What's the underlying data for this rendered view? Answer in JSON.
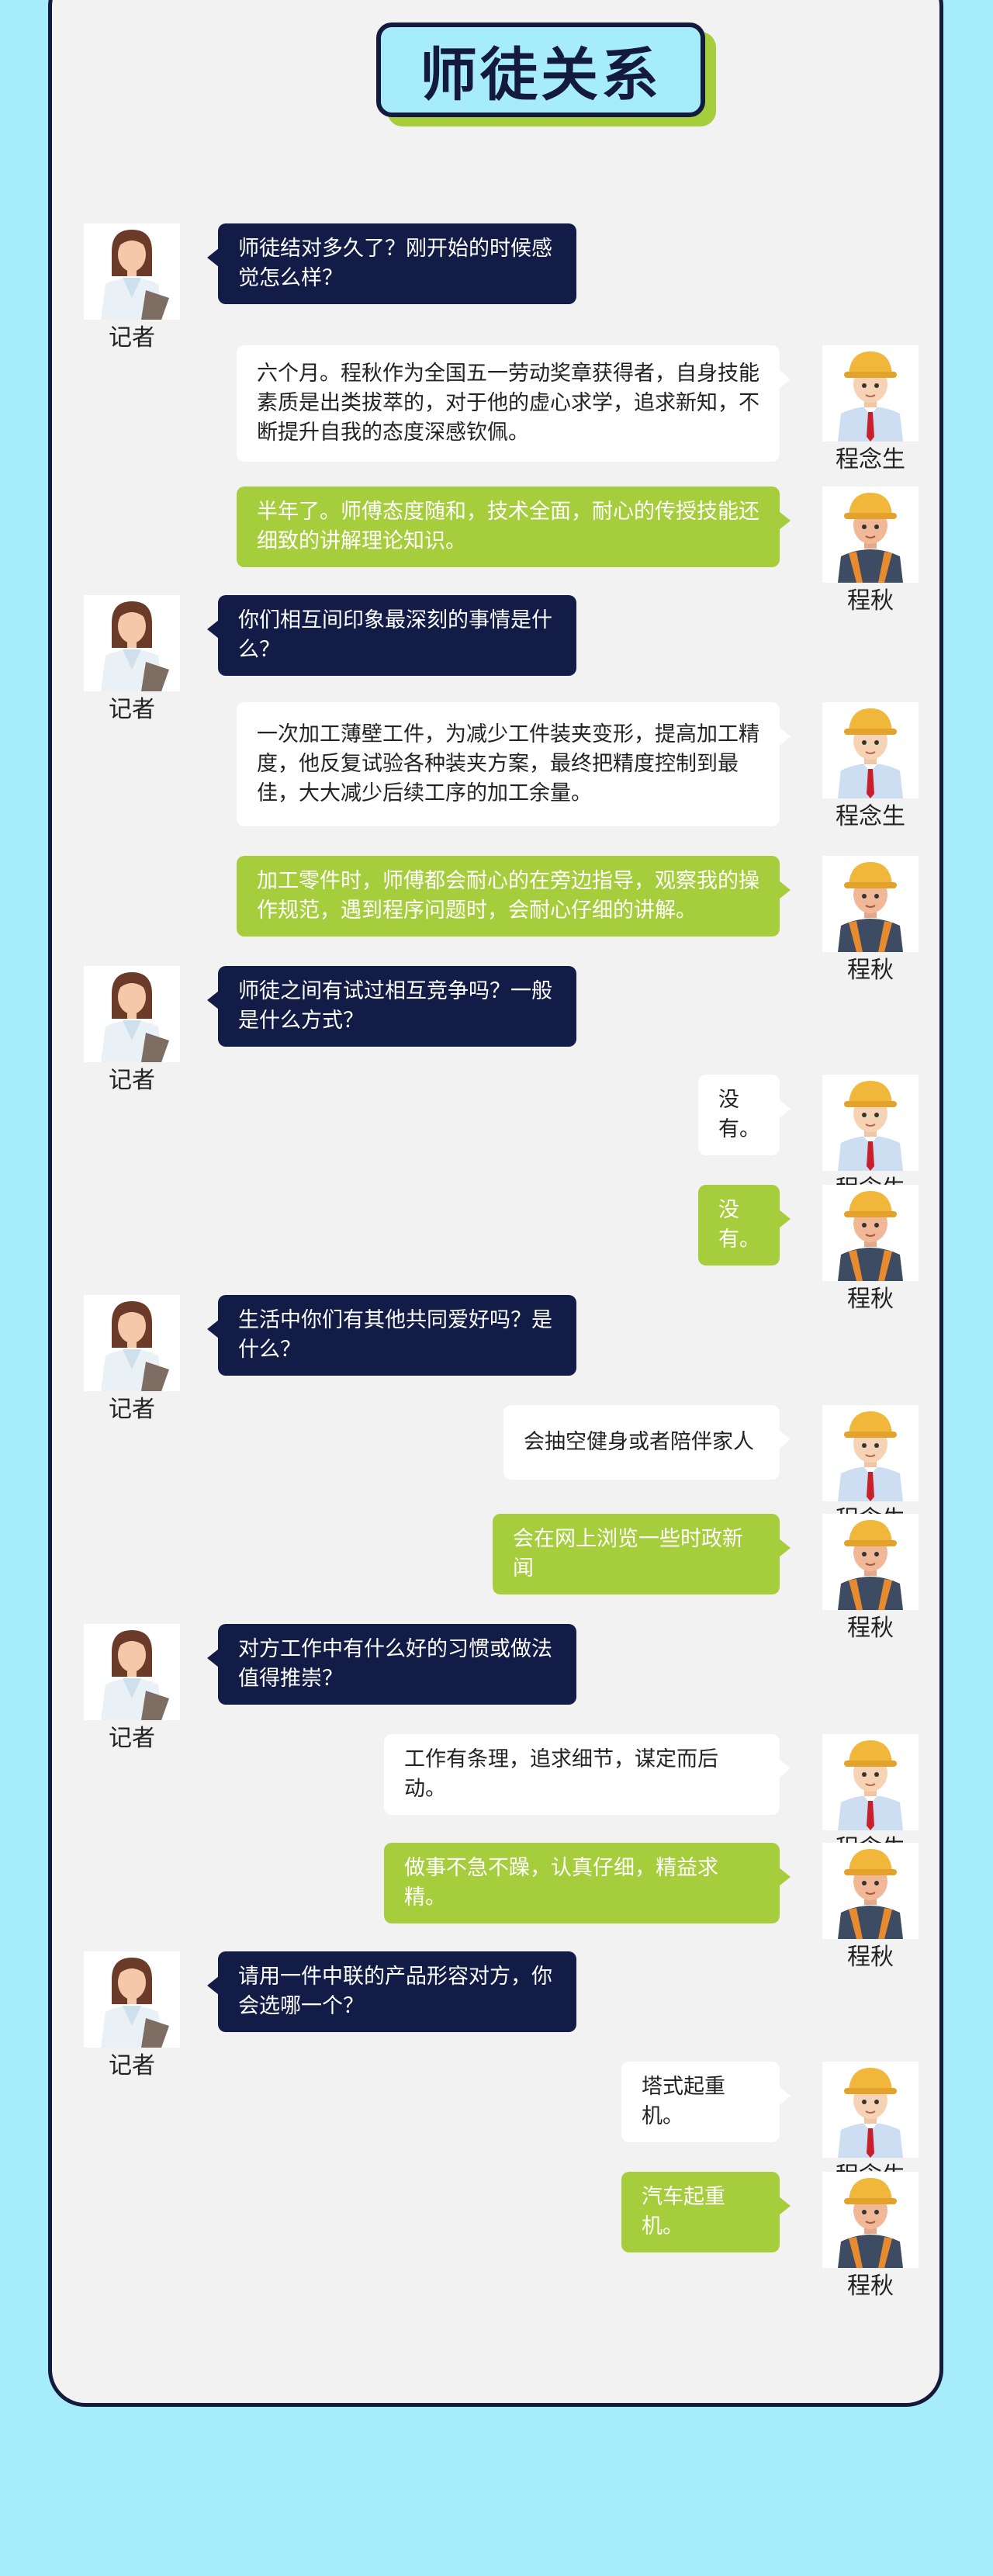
{
  "title": "师徒关系",
  "speakers": {
    "reporter": "记者",
    "cheng_nian_sheng": "程念生",
    "cheng_qiu": "程秋"
  },
  "messages": [
    {
      "speaker": "reporter",
      "text": "师徒结对多久了？刚开始的时候感觉怎么样？"
    },
    {
      "speaker": "cheng_nian_sheng",
      "text": "六个月。程秋作为全国五一劳动奖章获得者，自身技能素质是出类拔萃的，对于他的虚心求学，追求新知，不断提升自我的态度深感钦佩。"
    },
    {
      "speaker": "cheng_qiu",
      "text": "半年了。师傅态度随和，技术全面，耐心的传授技能还细致的讲解理论知识。"
    },
    {
      "speaker": "reporter",
      "text": "你们相互间印象最深刻的事情是什么？"
    },
    {
      "speaker": "cheng_nian_sheng",
      "text": "一次加工薄壁工件，为减少工件装夹变形，提高加工精度，他反复试验各种装夹方案，最终把精度控制到最佳，大大减少后续工序的加工余量。"
    },
    {
      "speaker": "cheng_qiu",
      "text": "加工零件时，师傅都会耐心的在旁边指导，观察我的操作规范，遇到程序问题时，会耐心仔细的讲解。"
    },
    {
      "speaker": "reporter",
      "text": "师徒之间有试过相互竞争吗？一般是什么方式？"
    },
    {
      "speaker": "cheng_nian_sheng",
      "text": "没有。"
    },
    {
      "speaker": "cheng_qiu",
      "text": "没有。"
    },
    {
      "speaker": "reporter",
      "text": "生活中你们有其他共同爱好吗？是什么？"
    },
    {
      "speaker": "cheng_nian_sheng",
      "text": "会抽空健身或者陪伴家人"
    },
    {
      "speaker": "cheng_qiu",
      "text": "会在网上浏览一些时政新闻"
    },
    {
      "speaker": "reporter",
      "text": "对方工作中有什么好的习惯或做法值得推崇？"
    },
    {
      "speaker": "cheng_nian_sheng",
      "text": "工作有条理，追求细节，谋定而后动。"
    },
    {
      "speaker": "cheng_qiu",
      "text": "做事不急不躁，认真仔细，精益求精。"
    },
    {
      "speaker": "reporter",
      "text": "请用一件中联的产品形容对方，你会选哪一个？"
    },
    {
      "speaker": "cheng_nian_sheng",
      "text": "塔式起重机。"
    },
    {
      "speaker": "cheng_qiu",
      "text": "汽车起重机。"
    }
  ],
  "colors": {
    "page_background": "#a6ecfb",
    "card_background": "#f2f2f2",
    "outline": "#141a3c",
    "reporter_bubble": "#121c47",
    "cheng_nian_sheng_bubble": "#ffffff",
    "cheng_qiu_bubble": "#a6cd3b"
  },
  "icons": {
    "reporter": "reporter-avatar-icon",
    "cheng_nian_sheng": "engineer-shirt-tie-avatar-icon",
    "cheng_qiu": "worker-overalls-avatar-icon"
  }
}
